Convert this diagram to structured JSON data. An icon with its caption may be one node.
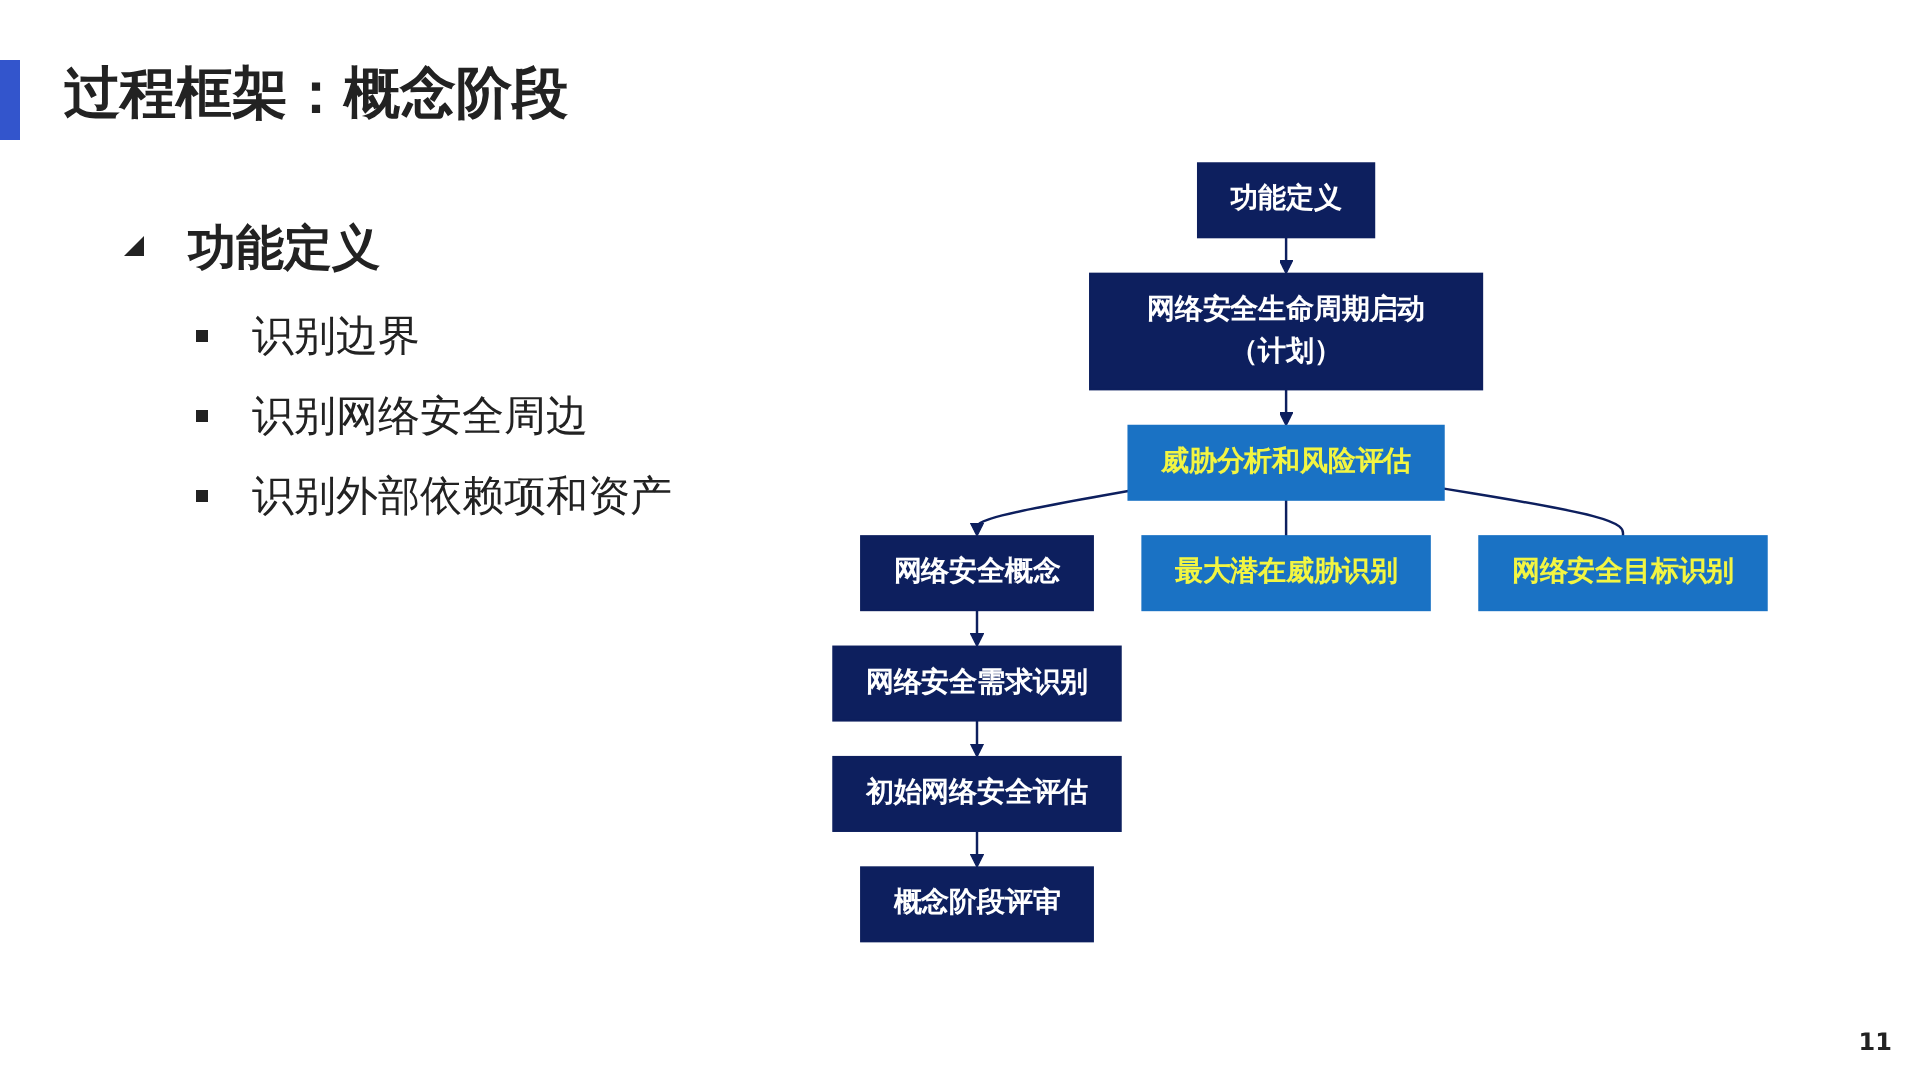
{
  "diagram": {
    "title": "过程框架：概念阶段",
    "nodes": [
      {
        "text": [
          "功能定义"
        ]
      },
      {
        "text": [
          "网络安全生命周期启动（计划）"
        ]
      },
      {
        "text": [
          "威胁分析和风险评估"
        ]
      },
      {
        "text": [
          "网络安全概念"
        ]
      },
      {
        "text": [
          "网络安全需求识别"
        ]
      },
      {
        "text": [
          "初始网络安全评估"
        ]
      },
      {
        "text": [
          "概念阶段评审"
        ]
      },
      {
        "text": [
          "最大潜在威胁识别"
        ]
      },
      {
        "text": [
          "网络安全目标识别"
        ]
      }
    ],
    "edges": [
      {
        "from": 0,
        "to": 1,
        "arrow": "to"
      },
      {
        "from": 1,
        "to": 2,
        "arrow": "to"
      },
      {
        "from": 2,
        "to": 3,
        "arrow": "to"
      },
      {
        "from": 3,
        "to": 4,
        "arrow": "to"
      },
      {
        "from": 4,
        "to": 5,
        "arrow": "to"
      },
      {
        "from": 5,
        "to": 6,
        "arrow": "to"
      },
      {
        "from": 2,
        "to": 7,
        "arrow": "none"
      },
      {
        "from": 2,
        "to": 8,
        "arrow": "none"
      }
    ],
    "labels": [
      "功能定义",
      "识别边界",
      "识别网络安全周边",
      "识别外部依赖项和资产",
      "11"
    ]
  }
}
